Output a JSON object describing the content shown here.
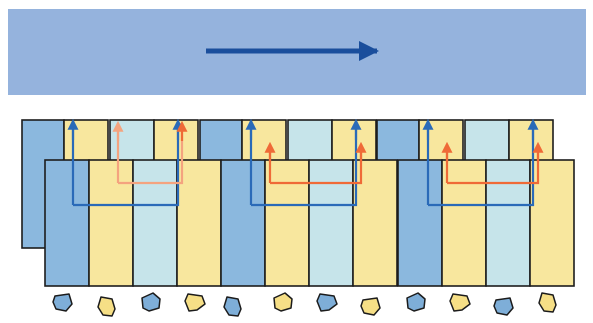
{
  "colors": {
    "background": "#ffffff",
    "band": "#95b3dd",
    "flow_arrow": "#1a4e9c",
    "outline": "#1c1c1c",
    "dark_blue_panel": "#8bb8de",
    "light_blue_panel": "#c6e4ea",
    "yellow_panel": "#f8e79e",
    "blue_connector": "#2a6ab8",
    "orange_connector": "#ef6a37",
    "orange_connector_soft": "#f4a37f",
    "blue_particle": "#7eaed8",
    "yellow_particle": "#f6df86"
  },
  "layer_pattern": [
    "dark-blue",
    "yellow",
    "light-blue",
    "yellow"
  ],
  "module_count": 3,
  "particle_pattern": [
    "blue",
    "yellow",
    "blue",
    "yellow"
  ],
  "icons": {
    "flow_arrow": "right-arrow-icon",
    "blue_connector": "up-arrow-connector-icon",
    "orange_connector": "up-arrow-connector-icon",
    "particle": "blob-particle-icon"
  }
}
